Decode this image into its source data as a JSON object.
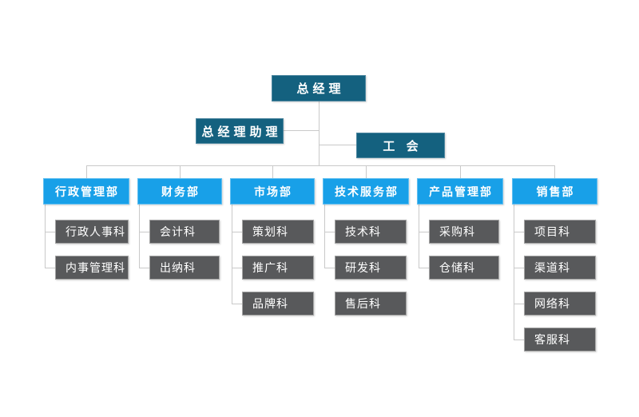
{
  "org": {
    "root": {
      "label": "总经理"
    },
    "assistant": {
      "label": "总经理助理"
    },
    "union": {
      "label": "工 会"
    },
    "departments": [
      {
        "label": "行政管理部",
        "children": [
          "行政人事科",
          "内事管理科"
        ]
      },
      {
        "label": "财务部",
        "children": [
          "会计科",
          "出纳科"
        ]
      },
      {
        "label": "市场部",
        "children": [
          "策划科",
          "推广科",
          "品牌科"
        ]
      },
      {
        "label": "技术服务部",
        "children": [
          "技术科",
          "研发科",
          "售后科"
        ]
      },
      {
        "label": "产品管理部",
        "children": [
          "采购科",
          "仓储科"
        ]
      },
      {
        "label": "销售部",
        "children": [
          "项目科",
          "渠道科",
          "网络科",
          "客服科"
        ]
      }
    ],
    "colors": {
      "executive_box": "#14617F",
      "department_box": "#18A0E8",
      "section_box": "#58595B",
      "connector": "#C9C9C9",
      "text": "#FFFFFF"
    }
  }
}
